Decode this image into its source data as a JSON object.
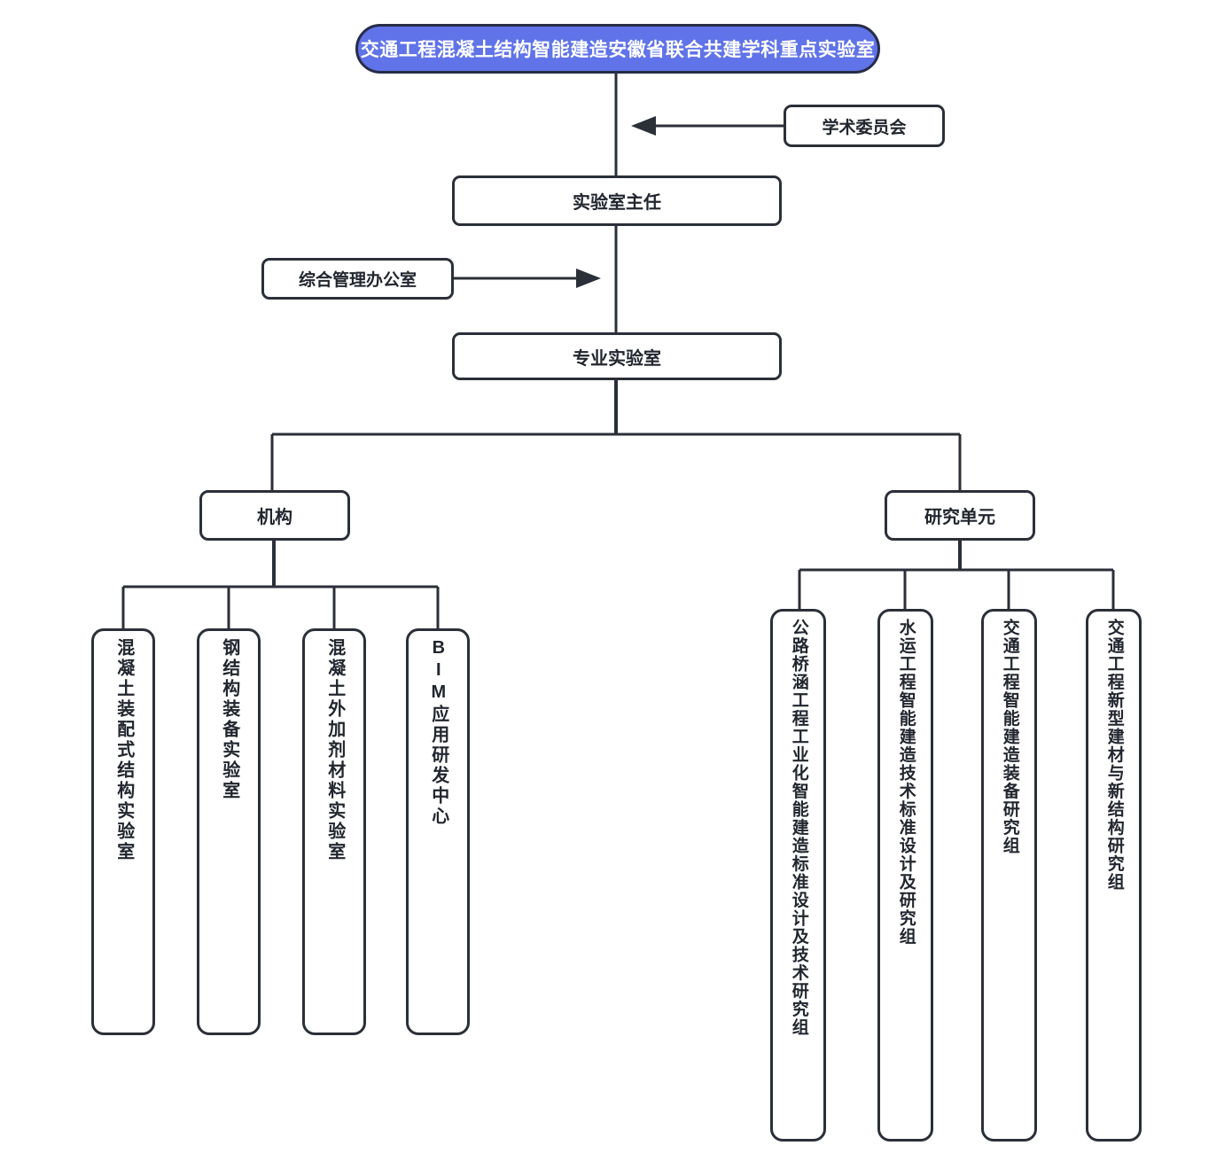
{
  "diagram": {
    "type": "organization-chart",
    "title": "交通工程混凝土结构智能建造安徽省联合共建学科重点实验室",
    "colors": {
      "root_fill": "#6073e8",
      "root_text": "#ffffff",
      "border": "#2b2f38",
      "background": "#ffffff"
    },
    "nodes": {
      "root": "交通工程混凝土结构智能建造安徽省联合共建学科重点实验室",
      "academic_committee": "学术委员会",
      "lab_director": "实验室主任",
      "management_office": "综合管理办公室",
      "professional_lab": "专业实验室",
      "branch_institution": "机构",
      "branch_research_unit": "研究单元"
    },
    "institution_children": [
      {
        "label": "混凝土装配式结构实验室"
      },
      {
        "label": "钢结构装备实验室"
      },
      {
        "label": "混凝土外加剂材料实验室"
      },
      {
        "label": "BIM应用研发中心"
      }
    ],
    "research_unit_children": [
      {
        "label": "公路桥涵工程工业化智能建造标准设计及技术研究组"
      },
      {
        "label": "水运工程智能建造技术标准设计及研究组"
      },
      {
        "label": "交通工程智能建造装备研究组"
      },
      {
        "label": "交通工程新型建材与新结构研究组"
      }
    ]
  }
}
